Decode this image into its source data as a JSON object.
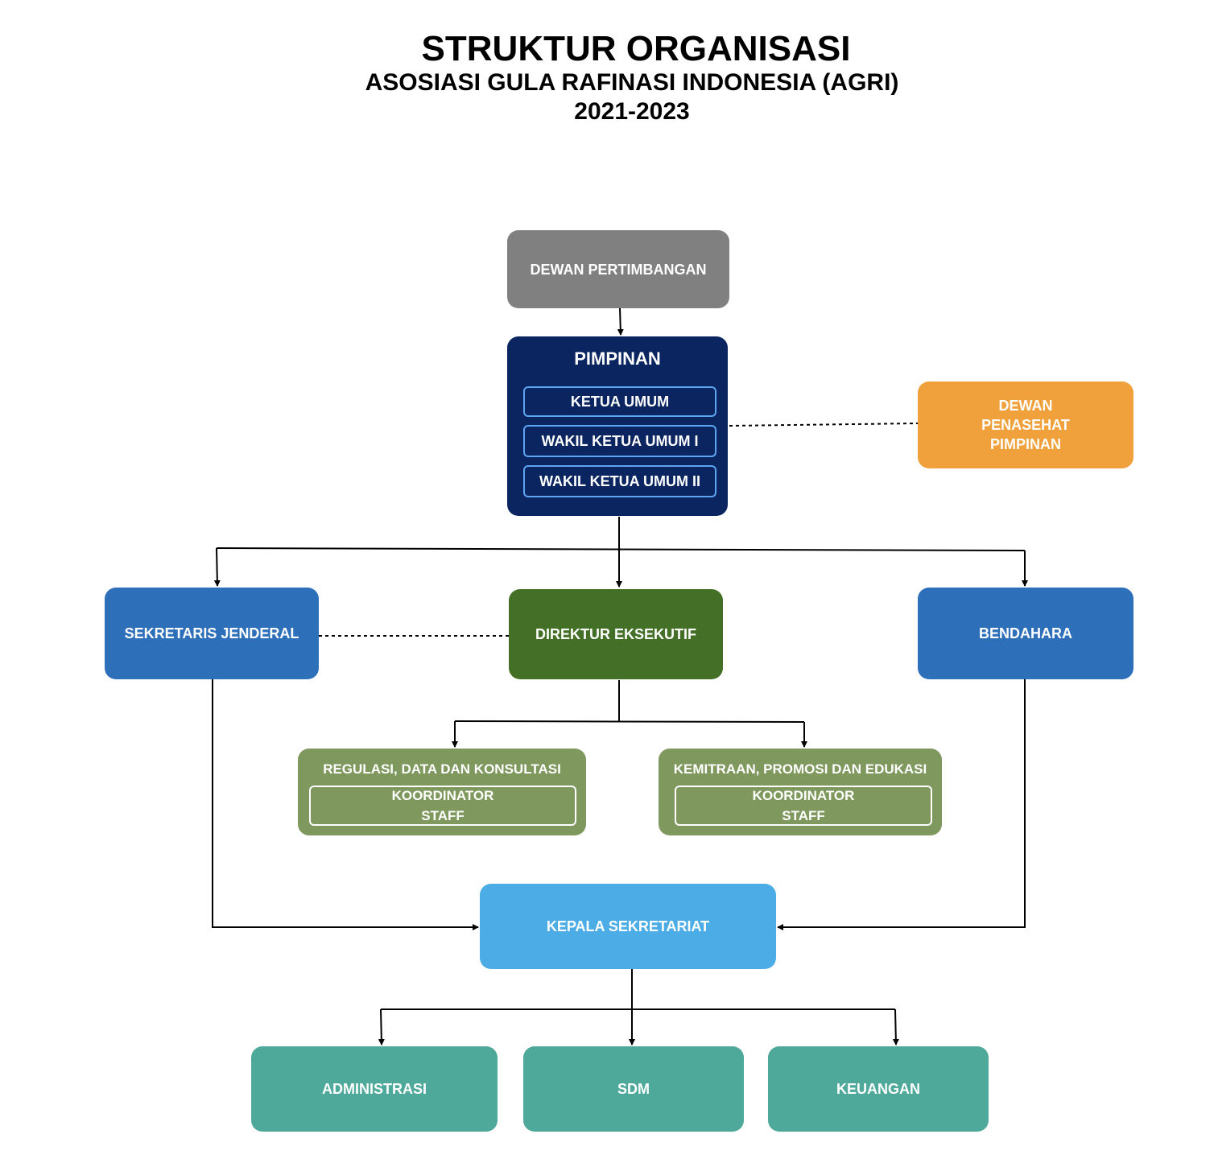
{
  "header": {
    "title": "STRUKTUR ORGANISASI",
    "subtitle": "ASOSIASI GULA RAFINASI INDONESIA (AGRI)",
    "period": "2021-2023"
  },
  "nodes": {
    "dewan_pertimbangan": "DEWAN PERTIMBANGAN",
    "pimpinan": {
      "title": "PIMPINAN",
      "members": [
        "KETUA UMUM",
        "WAKIL KETUA UMUM I",
        "WAKIL KETUA UMUM II"
      ]
    },
    "dewan_penasehat": [
      "DEWAN",
      "PENASEHAT",
      "PIMPINAN"
    ],
    "sekretaris_jenderal": "SEKRETARIS JENDERAL",
    "direktur_eksekutif": "DIREKTUR EKSEKUTIF",
    "bendahara": "BENDAHARA",
    "regulasi": {
      "title": "REGULASI, DATA DAN KONSULTASI",
      "roles": [
        "KOORDINATOR",
        "STAFF"
      ]
    },
    "kemitraan": {
      "title": "KEMITRAAN, PROMOSI DAN EDUKASI",
      "roles": [
        "KOORDINATOR",
        "STAFF"
      ]
    },
    "kepala_sekretariat": "KEPALA SEKRETARIAT",
    "administrasi": "ADMINISTRASI",
    "sdm": "SDM",
    "keuangan": "KEUANGAN"
  },
  "colors": {
    "dewan_pertimbangan": "#808080",
    "pimpinan": "#0b2560",
    "dewan_penasehat": "#f0a13b",
    "blue_nodes": "#2e6fba",
    "direktur_eksekutif": "#436f27",
    "divisions": "#7f985e",
    "kepala_sekretariat": "#4cace6",
    "units": "#4fa99b"
  }
}
